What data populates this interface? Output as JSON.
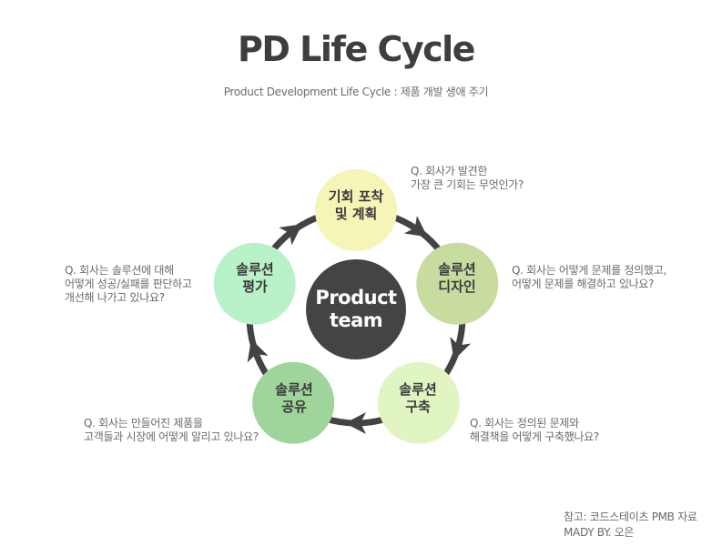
{
  "title": "PD Life Cycle",
  "subtitle": "Product Development Life Cycle : 제품 개발 생애 주기",
  "center": {
    "line1": "Product",
    "line2": "team",
    "color": "#444444"
  },
  "cycle_color": "#434343",
  "stages": [
    {
      "line1": "기회 포착",
      "line2": "및 계획",
      "color": "#f5f5b8"
    },
    {
      "line1": "솔루션",
      "line2": "디자인",
      "color": "#c8dca0"
    },
    {
      "line1": "솔루션",
      "line2": "구축",
      "color": "#e1f5c3"
    },
    {
      "line1": "솔루션",
      "line2": "공유",
      "color": "#9fd49a"
    },
    {
      "line1": "솔루션",
      "line2": "평가",
      "color": "#b9f2c8"
    }
  ],
  "questions": [
    {
      "line1": "Q. 회사가 발견한",
      "line2": "가장 큰 기회는 무엇인가?"
    },
    {
      "line1": "Q. 회사는 어떻게 문제를 정의했고,",
      "line2": "어떻게 문제를 해결하고 있나요?"
    },
    {
      "line1": "Q. 회사는 정의된 문제와",
      "line2": "해결책을 어떻게 구축했나요?"
    },
    {
      "line1": "Q. 회사는 만들어진 제품을",
      "line2": "고객들과 시장에 어떻게 알리고 있나요?"
    },
    {
      "line1": "Q. 회사는 솔루션에 대해",
      "line2": "어떻게 성공/실패를 판단하고",
      "line3": "개선해 나가고 있나요?"
    }
  ],
  "credit": {
    "line1": "참고: 코드스테이츠 PMB 자료",
    "line2": "MADY BY. 오은"
  }
}
